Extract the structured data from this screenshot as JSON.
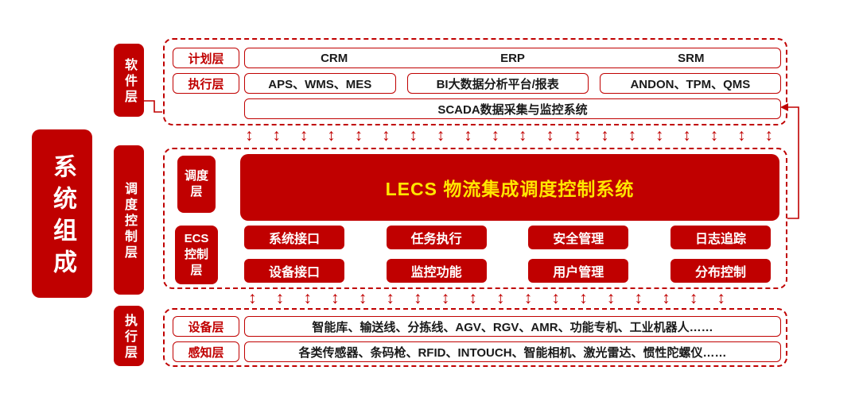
{
  "colors": {
    "primary_red": "#C00000",
    "lecs_yellow": "#FFE600"
  },
  "arrows": {
    "glyph": "↕",
    "top_count": 20,
    "bottom_count": 18
  },
  "title_block": {
    "label": "系统组成"
  },
  "side_layers": {
    "software": "软件层",
    "dispatch_control": "调度控制层",
    "execution": "执行层"
  },
  "software_layer": {
    "plan_row": {
      "label": "计划层",
      "items": [
        "CRM",
        "ERP",
        "SRM"
      ]
    },
    "exec_row": {
      "label": "执行层",
      "items": [
        "APS、WMS、MES",
        "BI大数据分析平台/报表",
        "ANDON、TPM、QMS"
      ]
    },
    "scada_row": {
      "label": "SCADA数据采集与监控系统"
    }
  },
  "dispatch_layer": {
    "dispatch_label": "调度层",
    "lecs_title": "LECS 物流集成调度控制系统",
    "ecs_label": "ECS控制层",
    "modules": [
      [
        "系统接口",
        "任务执行",
        "安全管理",
        "日志追踪"
      ],
      [
        "设备接口",
        "监控功能",
        "用户管理",
        "分布控制"
      ]
    ]
  },
  "execution_layer": {
    "device_row": {
      "label": "设备层",
      "items": "智能库、输送线、分拣线、AGV、RGV、AMR、功能专机、工业机器人……"
    },
    "sense_row": {
      "label": "感知层",
      "items": "各类传感器、条码枪、RFID、INTOUCH、智能相机、激光雷达、惯性陀螺仪……"
    }
  }
}
